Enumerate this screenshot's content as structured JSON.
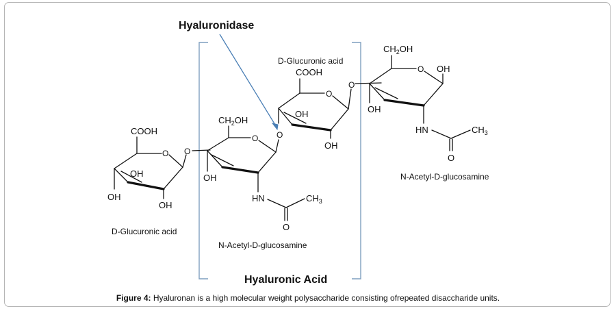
{
  "enzyme_label": "Hyaluronidase",
  "polymer_label": "Hyaluronic Acid",
  "sugars": {
    "left_glucuronic": "D-Glucuronic acid",
    "left_nag": "N-Acetyl-D-glucosamine",
    "top_glucuronic": "D-Glucuronic acid",
    "right_nag": "N-Acetyl-D-glucosamine"
  },
  "groups": {
    "cooh": "COOH",
    "ch2oh_main": "CH",
    "ch2oh_sub": "2",
    "ch2oh_tail": "OH",
    "oh": "OH",
    "hn": "HN",
    "ch3_main": "CH",
    "ch3_sub": "3",
    "ring_o": "O",
    "carbonyl_o": "O"
  },
  "caption": {
    "label": "Figure 4:",
    "text": " Hyaluronan is a high molecular weight polysaccharide consisting ofrepeated disaccharide units."
  },
  "colors": {
    "arrow": "#4a7fb5",
    "bracket": "#7f9fbf"
  }
}
